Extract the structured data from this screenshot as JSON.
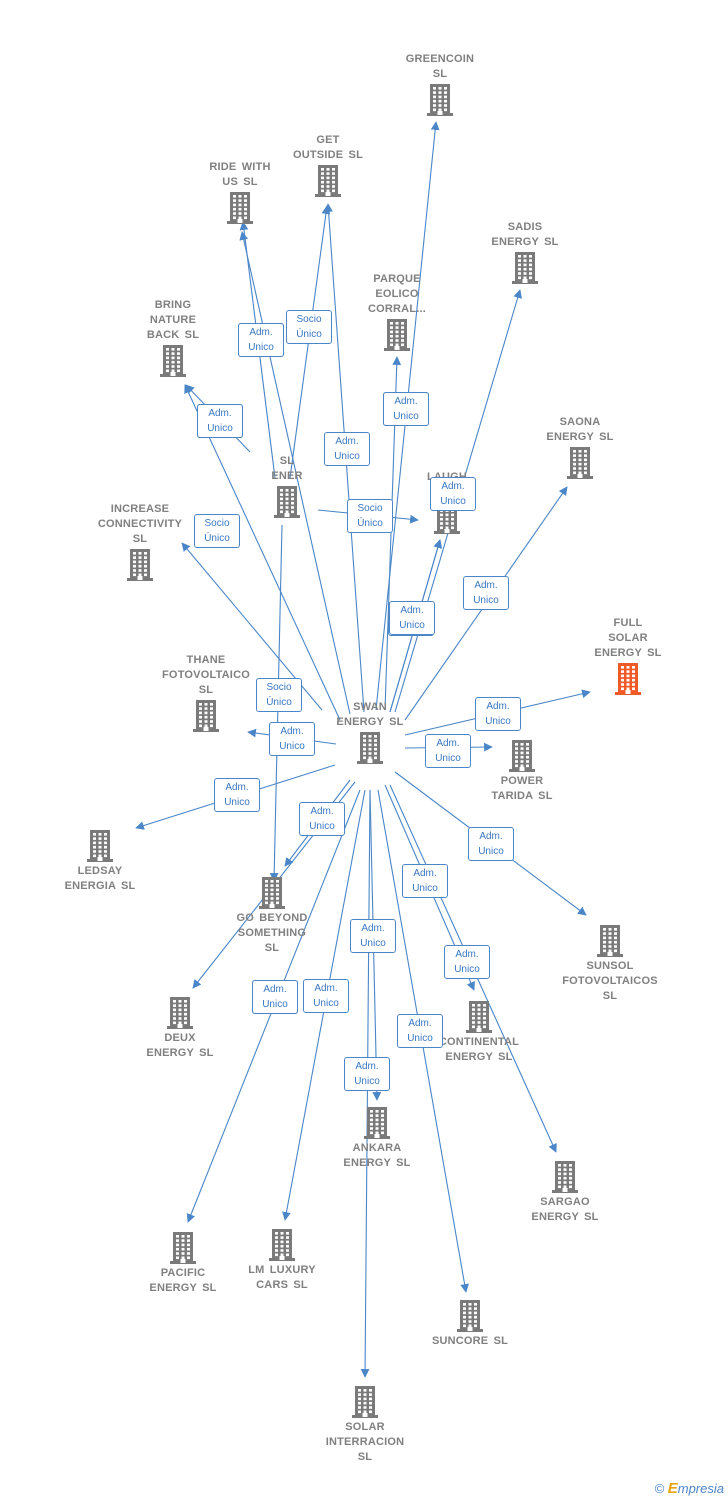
{
  "colors": {
    "edge": "#4a86c8",
    "node": "#7a7a7a",
    "focus": "#f05a28",
    "badge_text": "#3a78c3"
  },
  "center": "swan",
  "nodes": [
    {
      "id": "greencoin",
      "label": "GREENCOIN\nSL",
      "focus": false
    },
    {
      "id": "get-outside",
      "label": "GET\nOUTSIDE  SL",
      "focus": false
    },
    {
      "id": "ride-with-us",
      "label": "RIDE WITH\nUS  SL",
      "focus": false
    },
    {
      "id": "sadis",
      "label": "SADIS\nENERGY  SL",
      "focus": false
    },
    {
      "id": "parque-eolico",
      "label": "PARQUE\nEOLICO\nCORRAL...",
      "focus": false
    },
    {
      "id": "bring-nature",
      "label": "BRING\nNATURE\nBACK  SL",
      "focus": false
    },
    {
      "id": "saona",
      "label": "SAONA\nENERGY  SL",
      "focus": false
    },
    {
      "id": "sl-ener",
      "label": "SL\nENER",
      "focus": false
    },
    {
      "id": "laugh-mo",
      "label": "LAUGH\nMO",
      "focus": false
    },
    {
      "id": "increase",
      "label": "INCREASE\nCONNECTIVITY\nSL",
      "focus": false
    },
    {
      "id": "full-solar",
      "label": "FULL\nSOLAR\nENERGY  SL",
      "focus": true
    },
    {
      "id": "thane",
      "label": "THANE\nFOTOVOLTAICO\nSL",
      "focus": false
    },
    {
      "id": "swan",
      "label": "SWAN\nENERGY  SL",
      "focus": false
    },
    {
      "id": "power-tarida",
      "label": "POWER\nTARIDA  SL",
      "focus": false
    },
    {
      "id": "ledsay",
      "label": "LEDSAY\nENERGIA  SL",
      "focus": false
    },
    {
      "id": "go-beyond",
      "label": "GO BEYOND\nSOMETHING\nSL",
      "focus": false
    },
    {
      "id": "sunsol",
      "label": "SUNSOL\nFOTOVOLTAICOS\nSL",
      "focus": false
    },
    {
      "id": "deux",
      "label": "DEUX\nENERGY  SL",
      "focus": false
    },
    {
      "id": "continental",
      "label": "CONTINENTAL\nENERGY  SL",
      "focus": false
    },
    {
      "id": "ankara",
      "label": "ANKARA\nENERGY  SL",
      "focus": false
    },
    {
      "id": "sargao",
      "label": "SARGAO\nENERGY  SL",
      "focus": false
    },
    {
      "id": "pacific",
      "label": "PACIFIC\nENERGY  SL",
      "focus": false
    },
    {
      "id": "lm-luxury",
      "label": "LM LUXURY\nCARS  SL",
      "focus": false
    },
    {
      "id": "suncore",
      "label": "SUNCORE  SL",
      "focus": false
    },
    {
      "id": "solar-interracion",
      "label": "SOLAR\nINTERRACION\nSL",
      "focus": false
    }
  ],
  "edges": [
    {
      "from": "swan",
      "to": "greencoin",
      "label": "Adm.\nUnico"
    },
    {
      "from": "swan",
      "to": "get-outside",
      "label": "Adm.\nUnico"
    },
    {
      "from": "swan",
      "to": "ride-with-us",
      "label": "Socio\nÚnico"
    },
    {
      "from": "swan",
      "to": "sadis",
      "label": "Adm.\nUnico"
    },
    {
      "from": "swan",
      "to": "parque-eolico",
      "label": "Adm.\nUnico"
    },
    {
      "from": "swan",
      "to": "bring-nature",
      "label": "Socio\nÚnico"
    },
    {
      "from": "swan",
      "to": "saona",
      "label": "Adm.\nUnico"
    },
    {
      "from": "swan",
      "to": "laugh-mo",
      "label": "Adm.\nUnico"
    },
    {
      "from": "swan",
      "to": "increase",
      "label": "Socio\nÚnico"
    },
    {
      "from": "swan",
      "to": "full-solar",
      "label": "Adm.\nUnico"
    },
    {
      "from": "swan",
      "to": "thane",
      "label": "Adm.\nUnico"
    },
    {
      "from": "swan",
      "to": "power-tarida",
      "label": "Adm.\nUnico"
    },
    {
      "from": "swan",
      "to": "ledsay",
      "label": "Adm.\nUnico"
    },
    {
      "from": "swan",
      "to": "go-beyond",
      "label": "Adm.\nUnico"
    },
    {
      "from": "swan",
      "to": "sunsol",
      "label": "Adm.\nUnico"
    },
    {
      "from": "swan",
      "to": "deux",
      "label": "Adm.\nUnico"
    },
    {
      "from": "swan",
      "to": "continental",
      "label": "Adm.\nUnico"
    },
    {
      "from": "swan",
      "to": "ankara",
      "label": "Adm.\nUnico"
    },
    {
      "from": "swan",
      "to": "sargao",
      "label": "Adm.\nUnico"
    },
    {
      "from": "swan",
      "to": "pacific",
      "label": "Adm.\nUnico"
    },
    {
      "from": "swan",
      "to": "lm-luxury",
      "label": "Adm.\nUnico"
    },
    {
      "from": "swan",
      "to": "suncore",
      "label": "Adm.\nUnico"
    },
    {
      "from": "swan",
      "to": "solar-interracion",
      "label": "Adm.\nUnico"
    },
    {
      "from": "sl-ener",
      "to": "get-outside",
      "label": "Socio\nÚnico"
    },
    {
      "from": "sl-ener",
      "to": "ride-with-us",
      "label": "Adm.\nUnico"
    },
    {
      "from": "sl-ener",
      "to": "laugh-mo",
      "label": "Socio\nÚnico"
    },
    {
      "from": "sl-ener",
      "to": "bring-nature",
      "label": "Adm.\nUnico"
    },
    {
      "from": "sl-ener",
      "to": "go-beyond",
      "label": "Socio\nÚnico"
    },
    {
      "from": "swan",
      "to": "laugh-mo",
      "label": "Adm.\nUnico"
    }
  ],
  "footer": {
    "copyright": "©",
    "brand_first": "E",
    "brand_rest": "mpresia"
  }
}
